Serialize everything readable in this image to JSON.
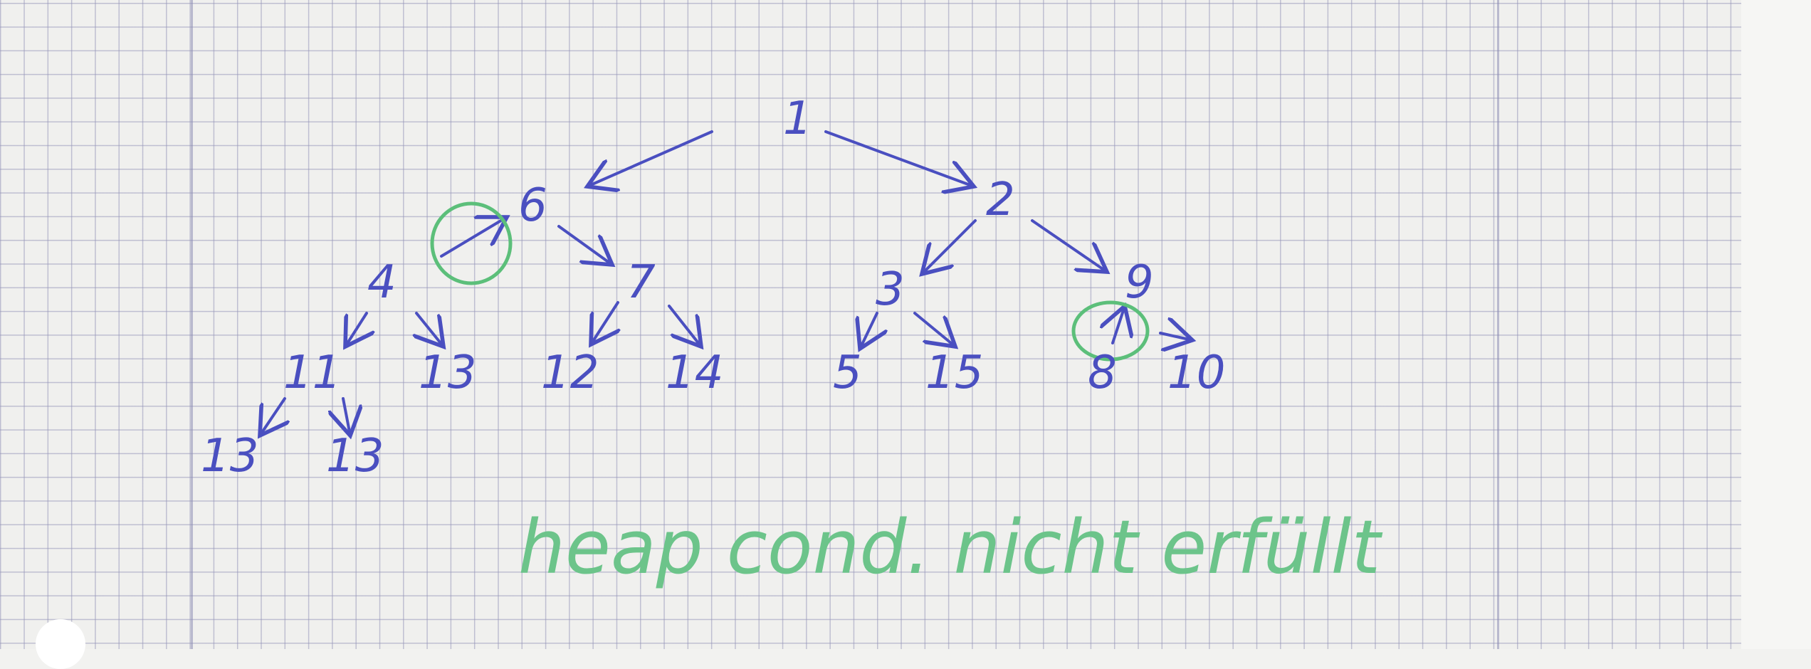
{
  "diagram": {
    "type": "binary-tree",
    "nodes": [
      {
        "id": "n1",
        "label": "1"
      },
      {
        "id": "n6",
        "label": "6"
      },
      {
        "id": "n2",
        "label": "2"
      },
      {
        "id": "n4",
        "label": "4"
      },
      {
        "id": "n7",
        "label": "7"
      },
      {
        "id": "n3",
        "label": "3"
      },
      {
        "id": "n9",
        "label": "9"
      },
      {
        "id": "n11",
        "label": "11"
      },
      {
        "id": "n13a",
        "label": "13"
      },
      {
        "id": "n12",
        "label": "12"
      },
      {
        "id": "n14",
        "label": "14"
      },
      {
        "id": "n5",
        "label": "5"
      },
      {
        "id": "n15",
        "label": "15"
      },
      {
        "id": "n8",
        "label": "8"
      },
      {
        "id": "n10",
        "label": "10"
      },
      {
        "id": "n13b",
        "label": "13"
      },
      {
        "id": "n13c",
        "label": "13"
      }
    ],
    "edges": [
      [
        "n1",
        "n6"
      ],
      [
        "n1",
        "n2"
      ],
      [
        "n6",
        "n7"
      ],
      [
        "n4",
        "n6"
      ],
      [
        "n2",
        "n3"
      ],
      [
        "n2",
        "n9"
      ],
      [
        "n4",
        "n11"
      ],
      [
        "n4",
        "n13a"
      ],
      [
        "n7",
        "n12"
      ],
      [
        "n7",
        "n14"
      ],
      [
        "n3",
        "n5"
      ],
      [
        "n3",
        "n15"
      ],
      [
        "n8",
        "n9"
      ],
      [
        "n9",
        "n10"
      ],
      [
        "n11",
        "n13b"
      ],
      [
        "n11",
        "n13c"
      ]
    ],
    "highlighted_edges": [
      [
        "n4",
        "n6"
      ],
      [
        "n8",
        "n9"
      ]
    ],
    "highlight_color": "#5cbf7a",
    "ink_color": "#4a4fc0"
  },
  "caption": "heap cond. nicht erfüllt"
}
